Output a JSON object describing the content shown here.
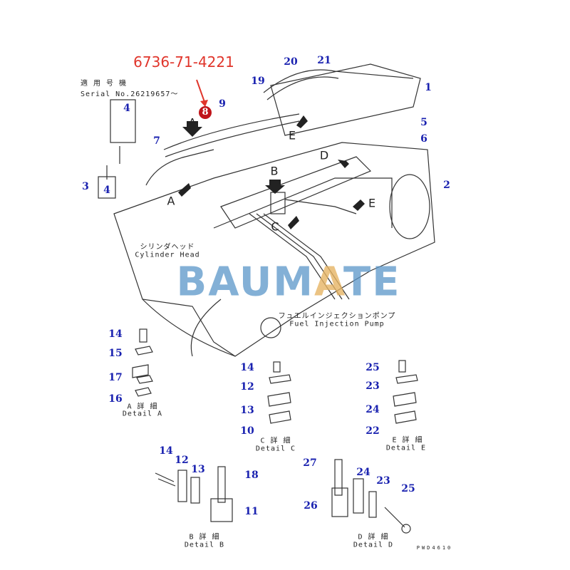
{
  "part_number": "6736-71-4221",
  "highlight_callout": "8",
  "highlight_color": "#c0141a",
  "serial": {
    "label_jp": "適 用 号 機",
    "label_en": "Serial No.26219657～"
  },
  "watermark": {
    "before": "BAUM",
    "accent": "A",
    "after": "TE"
  },
  "annotations": {
    "cylinder_head_jp": "シリンダヘッド",
    "cylinder_head_en": "Cylinder Head",
    "fuel_pump_jp": "フュエルインジェクションポンプ",
    "fuel_pump_en": "Fuel Injection Pump"
  },
  "main_callouts": [
    "20",
    "21",
    "19",
    "1",
    "9",
    "4",
    "7",
    "5",
    "6",
    "3",
    "4",
    "2"
  ],
  "view_letters": [
    "A",
    "A",
    "B",
    "C",
    "D",
    "E",
    "E"
  ],
  "details": {
    "A": {
      "callouts": [
        "14",
        "15",
        "17",
        "16"
      ],
      "label_jp": "A 詳 細",
      "label_en": "Detail A"
    },
    "C": {
      "callouts": [
        "14",
        "12",
        "13",
        "10"
      ],
      "label_jp": "C 詳 細",
      "label_en": "Detail C"
    },
    "E": {
      "callouts": [
        "25",
        "23",
        "24",
        "22"
      ],
      "label_jp": "E 詳 細",
      "label_en": "Detail E"
    },
    "B": {
      "callouts": [
        "14",
        "12",
        "13",
        "18",
        "11"
      ],
      "label_jp": "B 詳 細",
      "label_en": "Detail B"
    },
    "D": {
      "callouts": [
        "27",
        "24",
        "23",
        "25",
        "26"
      ],
      "label_jp": "D 詳 細",
      "label_en": "Detail D"
    }
  },
  "drawing_code": "PWD4610"
}
